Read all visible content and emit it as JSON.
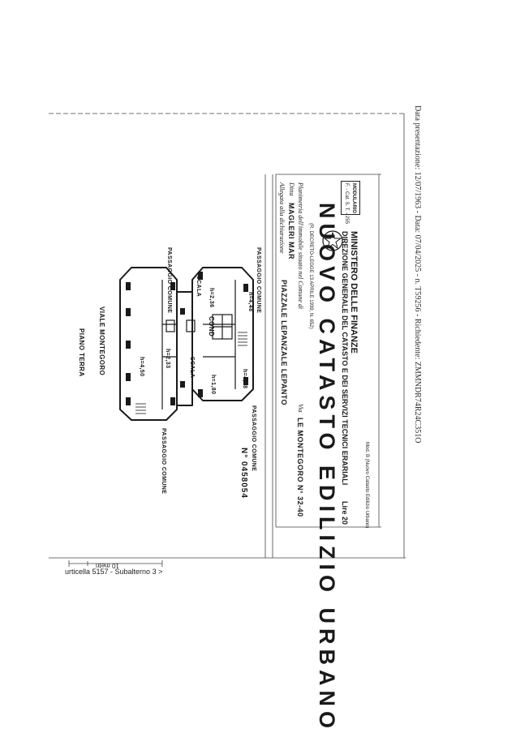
{
  "stamp": {
    "text": "Data presentazione: 12/07/1963 - Data: 07/04/2025 - n. T59256 - Richiedente: ZMMNDR74R24C351O"
  },
  "footer": {
    "reference": "urticella 5157 - Subalterno 3 >",
    "scale_label": "10 metri"
  },
  "header": {
    "ministry": "MINISTERO DELLE FINANZE",
    "direction": "DIREZIONE GENERALE DEL CATASTO E DEI SERVIZI TECNICI ERARIALI",
    "title": "NUOVO CATASTO EDILIZIO URBANO",
    "decree": "(R. DECRETO-LEGGE 13 APRILE 1939, N. 652)",
    "model_code": "Mod. B (Nuovo Catasto Edilizio Urbano)",
    "price": "Lire 20",
    "modulario": "MODULARIO",
    "modulario_code": "F. - Cat. S. T. - 255"
  },
  "form": {
    "planimetria_label": "Planimetria dell'immobile situato nel Comune di",
    "planimetria_value": "",
    "via_label": "Via",
    "via_value": "LE MONTEGORO N° 32-40",
    "ditta_label": "Ditta",
    "ditta_value": "MAGLERI MAR",
    "allegata_label": "Allegata alla dichiarazione"
  },
  "plan": {
    "passaggio_top_left": "PASSAGGIO COMUNE",
    "passaggio_top_right": "PASSAGGIO COMUNE",
    "passaggio_bottom": "PASSAGGIO COMUNE",
    "passaggio_bottom_left": "PASSAGGIO COMUNE",
    "piazzale": "PIAZZALE LEPANZALE LEPANTO",
    "viale": "VIALE MONTEGORO",
    "piano": "PIANO TERRA",
    "cond": "COND",
    "stair1": "SCALA",
    "stair2": "SCALA",
    "h1": "h=4,48",
    "h2": "h=4,48",
    "h3": "h=2,36",
    "h4": "h=2,33",
    "h5": "h=4,50",
    "h6": "h=1,80",
    "protocol": "N° 0458054"
  },
  "colors": {
    "ink": "#1a1a1a",
    "paper": "#ffffff"
  }
}
